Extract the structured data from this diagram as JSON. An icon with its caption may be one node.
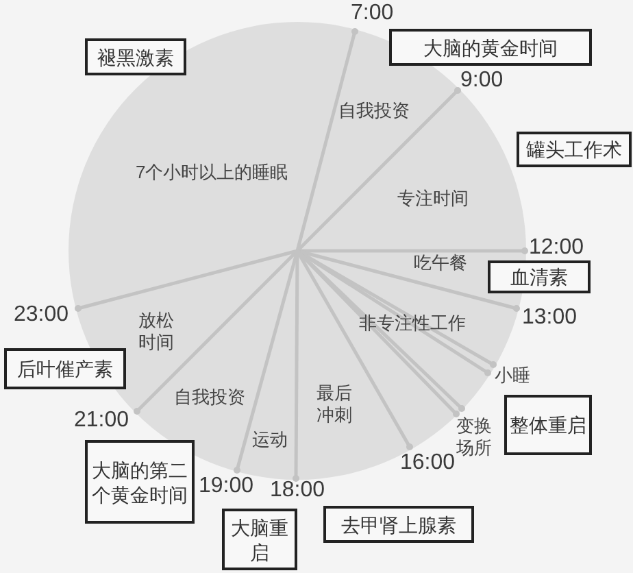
{
  "diagram": {
    "nodes": [
      {
        "text": [
          "褪黑激素"
        ]
      },
      {
        "text": [
          "大脑的黄金时间"
        ]
      },
      {
        "text": [
          "罐头工作术"
        ]
      },
      {
        "text": [
          "血清素"
        ]
      },
      {
        "text": [
          "后叶催产素"
        ]
      },
      {
        "text": [
          "整体重启"
        ]
      },
      {
        "text": [
          "大脑的第二个黄金时间"
        ]
      },
      {
        "text": [
          "大脑重启"
        ]
      },
      {
        "text": [
          "去甲肾上腺素"
        ]
      }
    ],
    "labels": [
      "7:00",
      "9:00",
      "自我投资",
      "7个小时以上的睡眠",
      "专注时间",
      "12:00",
      "吃午餐",
      "13:00",
      "23:00",
      "放松时间",
      "非专注性工作",
      "小睡",
      "最后冲刺",
      "自我投资",
      "21:00",
      "变换场所",
      "运动",
      "16:00",
      "19:00",
      "18:00"
    ]
  }
}
